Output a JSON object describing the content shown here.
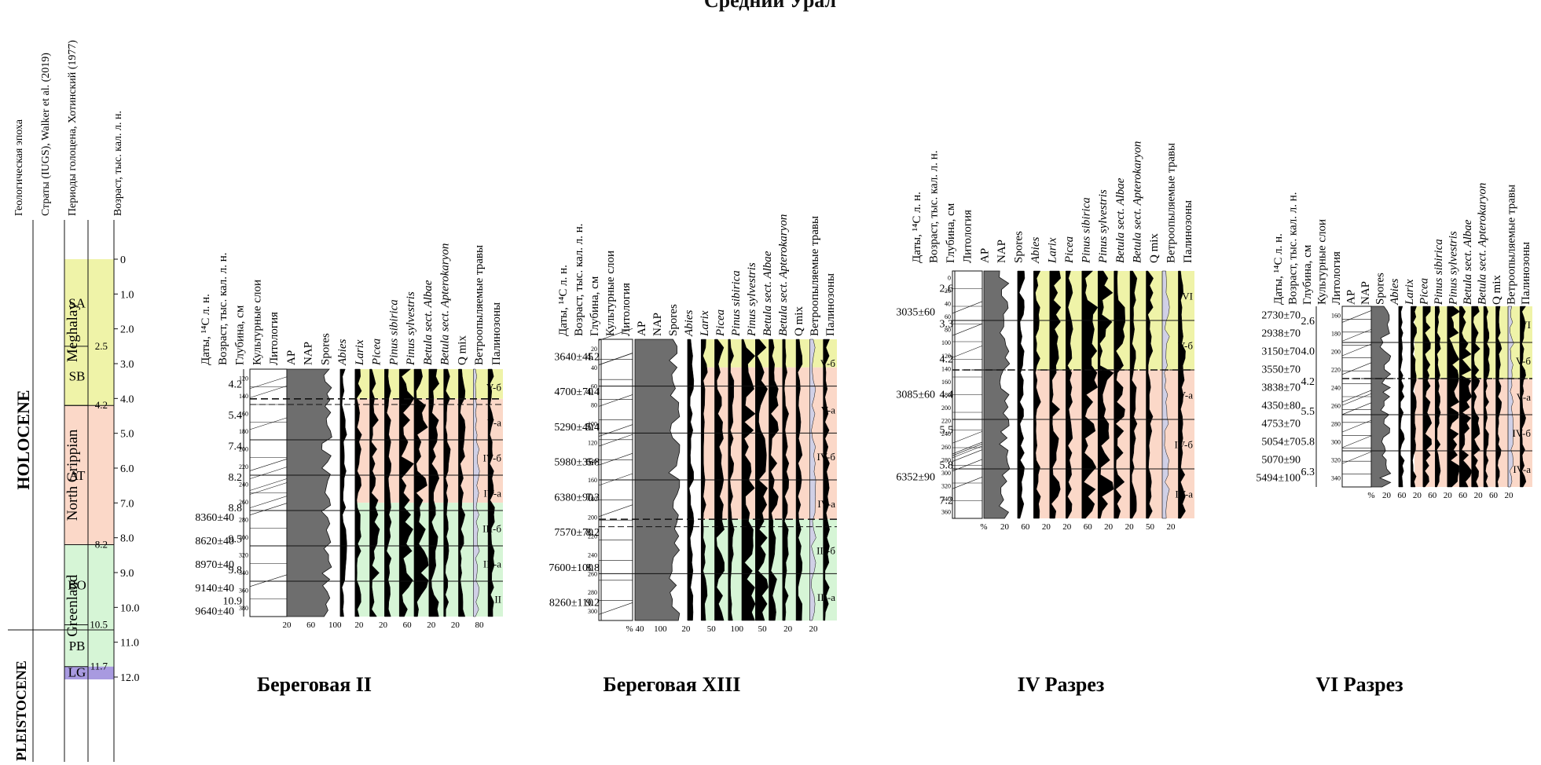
{
  "figure": {
    "title": "Средний Урал",
    "chart_data": [
      {
        "type": "table",
        "name": "timescale",
        "headers": [
          "Геологическая эпоха",
          "Страты (IUGS), Walker et al. (2019)",
          "Периоды голоцена, Хотинский (1977)",
          "Возраст, тыс. кал. л. н."
        ],
        "epochs": [
          "HOLOCENE",
          "PLEISTOCENE"
        ],
        "strata": [
          "Meghalay",
          "North Grippian",
          "Greenland"
        ],
        "periods": [
          {
            "name": "SA",
            "from": 0,
            "to": 2.5
          },
          {
            "name": "SB",
            "from": 2.5,
            "to": 4.2
          },
          {
            "name": "AT",
            "from": 4.2,
            "to": 8.2
          },
          {
            "name": "BO",
            "from": 8.2,
            "to": 10.5
          },
          {
            "name": "PB",
            "from": 10.5,
            "to": 11.7
          },
          {
            "name": "LG",
            "from": 11.7,
            "to": 12.0
          }
        ],
        "boundaries": [
          "2.5",
          "4.2",
          "8.2",
          "10.5",
          "11.7"
        ],
        "age_ticks": [
          "0",
          "1.0",
          "2.0",
          "3.0",
          "4.0",
          "5.0",
          "6.0",
          "7.0",
          "8.0",
          "9.0",
          "10.0",
          "11.0",
          "12.0"
        ],
        "colors": {
          "meghalay": "#eff3a8",
          "north_grippian": "#fbd8c8",
          "greenland": "#d6f5d6",
          "pleistocene": "#a89ae0"
        }
      },
      {
        "type": "area",
        "name": "Береговая II",
        "caption": "Береговая II",
        "headers": [
          "Даты, ¹⁴С л. н.",
          "Возраст, тыс. кал. л. н.",
          "Глубина, см",
          "Культурные слои",
          "Литология",
          "AP",
          "NAP",
          "Spores",
          "Abies",
          "Larix",
          "Picea",
          "Pinus sibirica",
          "Pinus sylvestris",
          "Betula sect. Albae",
          "Betula sect. Apterokaryon",
          "Q mix",
          "Ветроопыляемые травы",
          "Палинозоны"
        ],
        "dates": [
          "8360±40",
          "8620±40",
          "8970±40",
          "9140±40",
          "9640±40"
        ],
        "ages": [
          "4.2",
          "5.4",
          "7.4",
          "8.2",
          "8.8",
          "9.5",
          "9.8",
          "10.9"
        ],
        "depths": [
          "120",
          "140",
          "160",
          "180",
          "200",
          "220",
          "240",
          "260",
          "280",
          "300",
          "320",
          "340",
          "360",
          "380"
        ],
        "zones": [
          "V-б",
          "V-а",
          "IV-б",
          "IV-а",
          "III-б",
          "III-а",
          "II"
        ],
        "x_ticks": [
          "20",
          "60",
          "100",
          "20",
          "20",
          "60",
          "20",
          "20",
          "80"
        ]
      },
      {
        "type": "area",
        "name": "Береговая XIII",
        "caption": "Береговая XIII",
        "headers": [
          "Даты, ¹⁴С л. н.",
          "Возраст, тыс. кал. л. н.",
          "Глубина, см",
          "Культурные слои",
          "Литология",
          "AP",
          "NAP",
          "Spores",
          "Abies",
          "Larix",
          "Picea",
          "Pinus sibirica",
          "Pinus sylvestris",
          "Betula sect. Albae",
          "Betula sect. Apterokaryon",
          "Q mix",
          "Ветроопыляемые травы",
          "Палинозоны"
        ],
        "dates": [
          "3640±45",
          "4700±70",
          "5290±40",
          "5980±35",
          "6380±90",
          "7570±70",
          "7600±100",
          "8260±110"
        ],
        "ages": [
          "4.2",
          "4.4",
          "5.4",
          "6.8",
          "7.3",
          "8.2",
          "8.8",
          "9.2"
        ],
        "depths": [
          "20",
          "40",
          "60",
          "80",
          "100",
          "120",
          "140",
          "160",
          "180",
          "200",
          "220",
          "240",
          "260",
          "280",
          "300"
        ],
        "zones": [
          "V-б",
          "V-а",
          "IV-б",
          "IV-а",
          "III-б",
          "III-а"
        ],
        "x_ticks": [
          "% 40",
          "100",
          "20",
          "50",
          "100",
          "50",
          "20",
          "20"
        ]
      },
      {
        "type": "area",
        "name": "IV Разрез",
        "caption": "IV Разрез",
        "headers": [
          "Даты, ¹⁴С л. н.",
          "Возраст, тыс. кал. л. н.",
          "Глубина, см",
          "Литология",
          "AP",
          "NAP",
          "Spores",
          "Abies",
          "Larix",
          "Picea",
          "Pinus sibirica",
          "Pinus sylvestris",
          "Betula sect. Albae",
          "Betula sect. Apterokaryon",
          "Q mix",
          "Ветроопыляемые травы",
          "Палинозоны"
        ],
        "dates": [
          "3035±60",
          "3085±60",
          "6352±90"
        ],
        "ages": [
          "2.6",
          "3.3",
          "4.2",
          "4.4",
          "5.5",
          "5.8",
          "7.2"
        ],
        "depths": [
          "0",
          "20",
          "40",
          "60",
          "80",
          "100",
          "120",
          "140",
          "160",
          "180",
          "200",
          "220",
          "240",
          "260",
          "280",
          "300",
          "320",
          "340",
          "360"
        ],
        "zones": [
          "VI",
          "V-б",
          "V-а",
          "IV-б",
          "IV-а"
        ],
        "x_ticks": [
          "%",
          "20",
          "60",
          "20",
          "20",
          "60",
          "20",
          "20",
          "50",
          "20"
        ]
      },
      {
        "type": "area",
        "name": "VI Разрез",
        "caption": "VI Разрез",
        "headers": [
          "Даты, ¹⁴С л. н.",
          "Возраст, тыс. кал. л. н.",
          "Глубина, см",
          "Культурные слои",
          "Литология",
          "AP",
          "NAP",
          "Spores",
          "Abies",
          "Larix",
          "Picea",
          "Pinus sibirica",
          "Pinus sylvestris",
          "Betula sect. Albae",
          "Betula sect. Apterokaryon",
          "Q mix",
          "Ветроопыляемые травы",
          "Палинозоны"
        ],
        "dates": [
          "2730±70",
          "2938±70",
          "3150±70",
          "3550±70",
          "3838±70",
          "4350±80",
          "4753±70",
          "5054±70",
          "5070±90",
          "5494±100"
        ],
        "ages": [
          "2.6",
          "4.0",
          "4.2",
          "5.5",
          "5.8",
          "6.3"
        ],
        "depths": [
          "160",
          "180",
          "200",
          "220",
          "240",
          "260",
          "280",
          "300",
          "320",
          "340"
        ],
        "zones": [
          "VI",
          "V-б",
          "V-а",
          "IV-б",
          "IV-а"
        ],
        "x_ticks": [
          "%",
          "20",
          "60",
          "20",
          "60",
          "20",
          "60",
          "20",
          "60",
          "20"
        ]
      }
    ]
  }
}
